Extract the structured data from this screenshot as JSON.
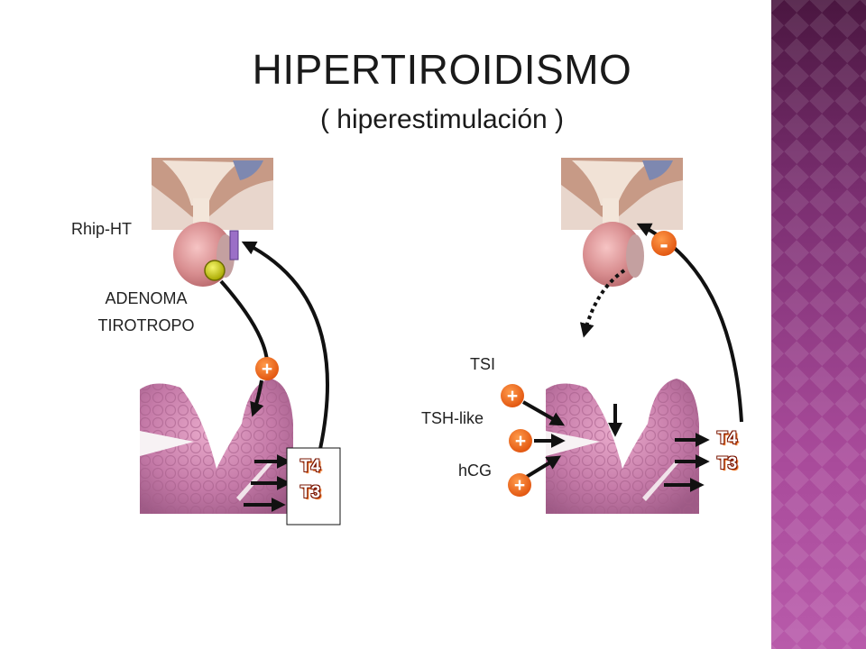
{
  "title": "HIPERTIROIDISMO",
  "subtitle": "( hiperestimulación )",
  "left": {
    "label_rhip": "Rhip-HT",
    "label_adenoma_1": "ADENOMA",
    "label_adenoma_2": "TIROTROPO",
    "plus_sign": "+",
    "t4": "T4",
    "t3": "T3"
  },
  "right": {
    "label_tsi": "TSI",
    "label_tshlike": "TSH-like",
    "label_hcg": "hCG",
    "plus_sign": "+",
    "minus_sign": "-",
    "t4": "T4",
    "t3": "T3"
  },
  "colors": {
    "accent_orange": "#f26a1b",
    "marker_purple": "#9b6fc7",
    "adenoma_yellow": "#c8c800",
    "side_panel": "#8a3a7e"
  }
}
